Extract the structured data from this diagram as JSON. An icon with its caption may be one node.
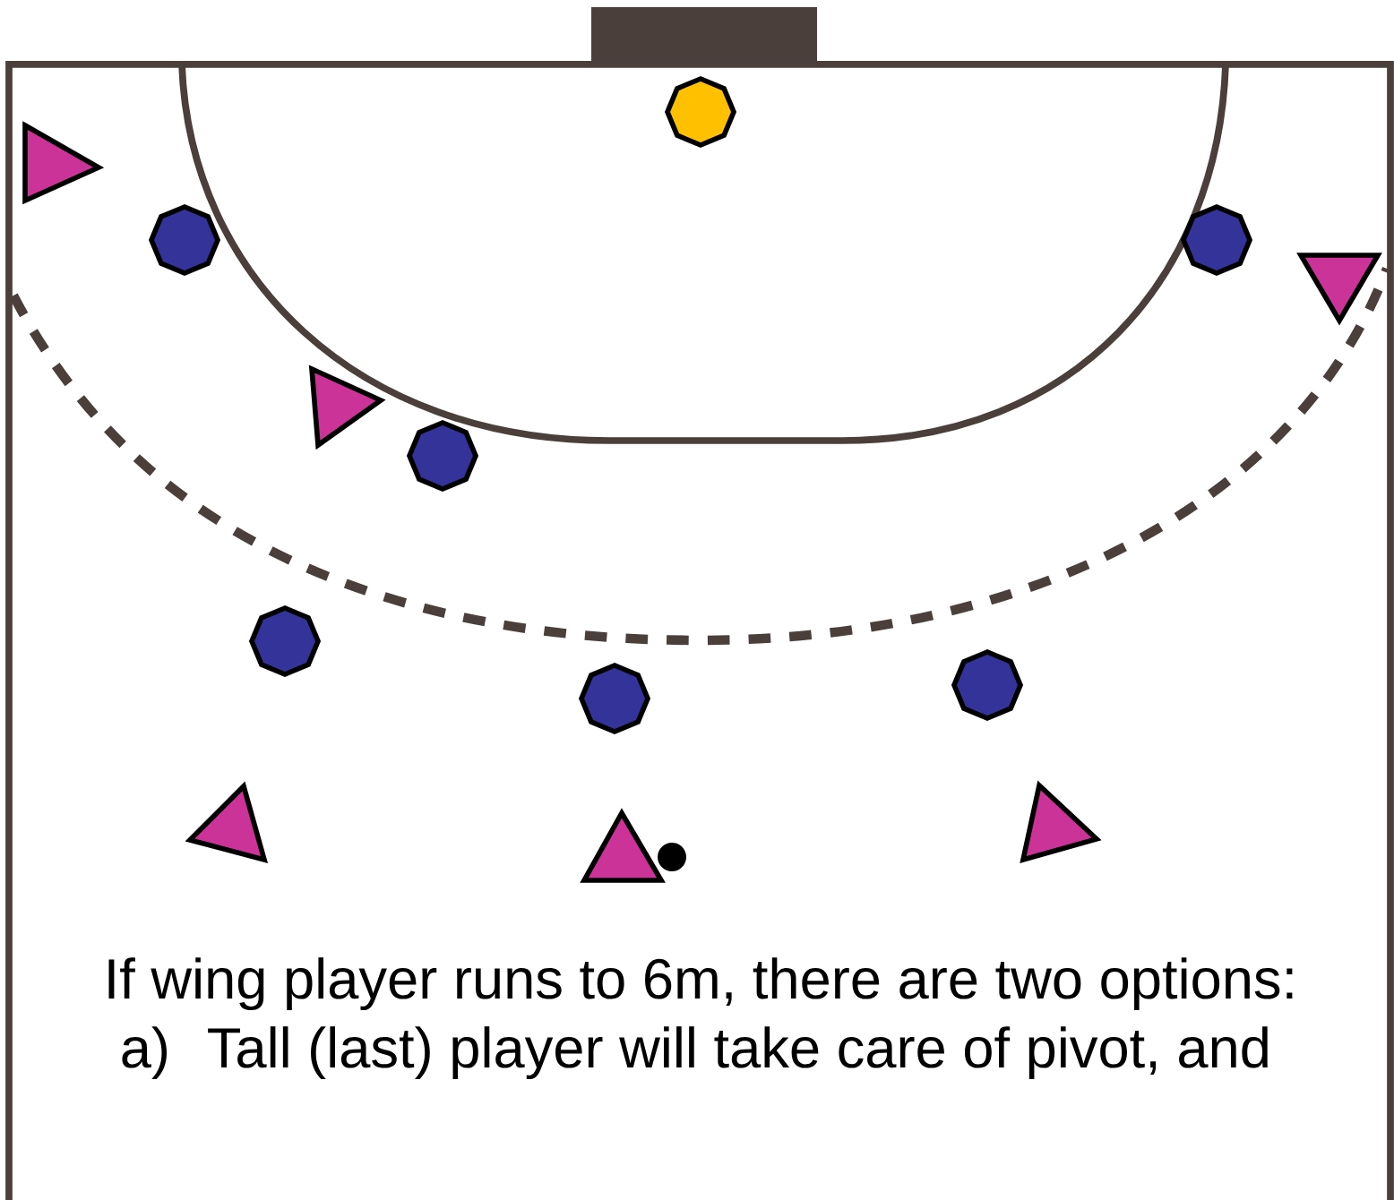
{
  "diagram": {
    "labels": [
      "If wing player runs to 6m, there are two options:",
      "a)",
      "Tall (last) player will take care of pivot, and"
    ]
  }
}
